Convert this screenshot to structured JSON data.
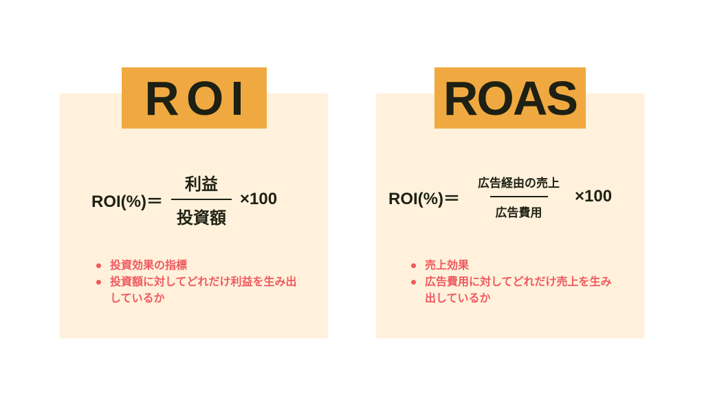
{
  "colors": {
    "panel_bg": "#fff1dc",
    "badge_bg": "#f0a940",
    "text_dark": "#1e2013",
    "bullet_text": "#f0585e"
  },
  "roi": {
    "title": "ROI",
    "formula": {
      "lhs": "ROI(%)＝",
      "numerator": "利益",
      "denominator": "投資額",
      "multiplier": "×100"
    },
    "points": [
      "投資効果の指標",
      "投資額に対してどれだけ利益を生み出しているか"
    ]
  },
  "roas": {
    "title": "ROAS",
    "formula": {
      "lhs": "ROI(%)＝",
      "numerator": "広告経由の売上",
      "denominator": "広告費用",
      "multiplier": "×100"
    },
    "points": [
      "売上効果",
      "広告費用に対してどれだけ売上を生み出しているか"
    ]
  }
}
